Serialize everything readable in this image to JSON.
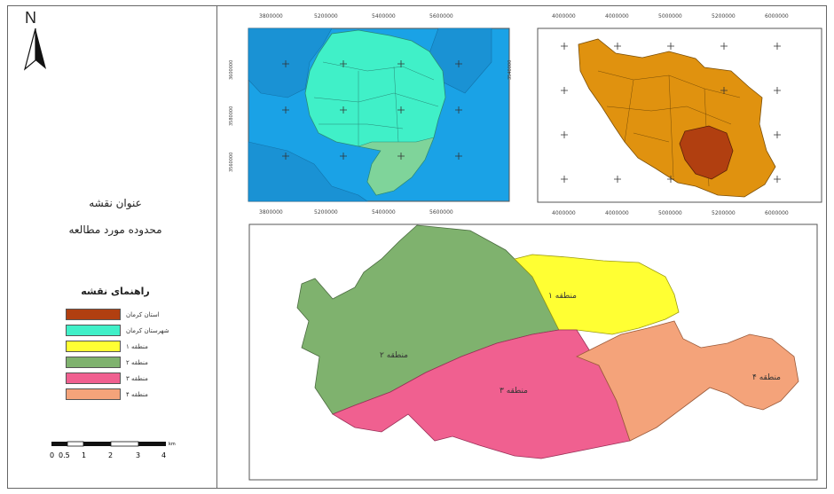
{
  "north_arrow": {
    "letter": "N",
    "icon": "north-arrow-icon"
  },
  "map_title": "عنوان نقشه",
  "map_subtitle": "محدوده مورد مطالعه",
  "legend": {
    "title": "راهنمای نقشه",
    "items": [
      {
        "label": "استان کرمان",
        "color": "#b13f10"
      },
      {
        "label": "شهرستان کرمان",
        "color": "#40f0c8"
      },
      {
        "label": "منطقه ۱",
        "color": "#ffff33"
      },
      {
        "label": "منطقه ۲",
        "color": "#7fb26e"
      },
      {
        "label": "منطقه ۳",
        "color": "#f06090"
      },
      {
        "label": "منطقه ۴",
        "color": "#f4a37a"
      }
    ]
  },
  "scalebar": {
    "labels": [
      "0",
      "0.5",
      "1",
      "2",
      "3",
      "4"
    ],
    "unit": "km"
  },
  "county_map": {
    "top_ticks": [
      "3800000",
      "5200000",
      "5400000",
      "5600000"
    ],
    "bottom_ticks": [
      "3800000",
      "5200000",
      "5400000",
      "5600000"
    ],
    "left_ticks": [
      "3600000",
      "3580000",
      "3560000",
      "3540000"
    ],
    "colors": {
      "water": "#1aa2e6",
      "county": "#40f0c8",
      "county_south": "#7fd49a"
    }
  },
  "iran_map": {
    "top_ticks": [
      "4000000",
      "4000000",
      "5000000",
      "5200000",
      "6000000"
    ],
    "bottom_ticks": [
      "4000000",
      "4000000",
      "5000000",
      "5200000",
      "6000000"
    ],
    "colors": {
      "country": "#e0920f",
      "province": "#b13f10"
    }
  },
  "zones_map": {
    "zones": [
      {
        "label": "منطقه ۱",
        "color": "#ffff33"
      },
      {
        "label": "منطقه ۲",
        "color": "#7fb26e"
      },
      {
        "label": "منطقه ۳",
        "color": "#f06090"
      },
      {
        "label": "منطقه ۴",
        "color": "#f4a37a"
      }
    ]
  }
}
